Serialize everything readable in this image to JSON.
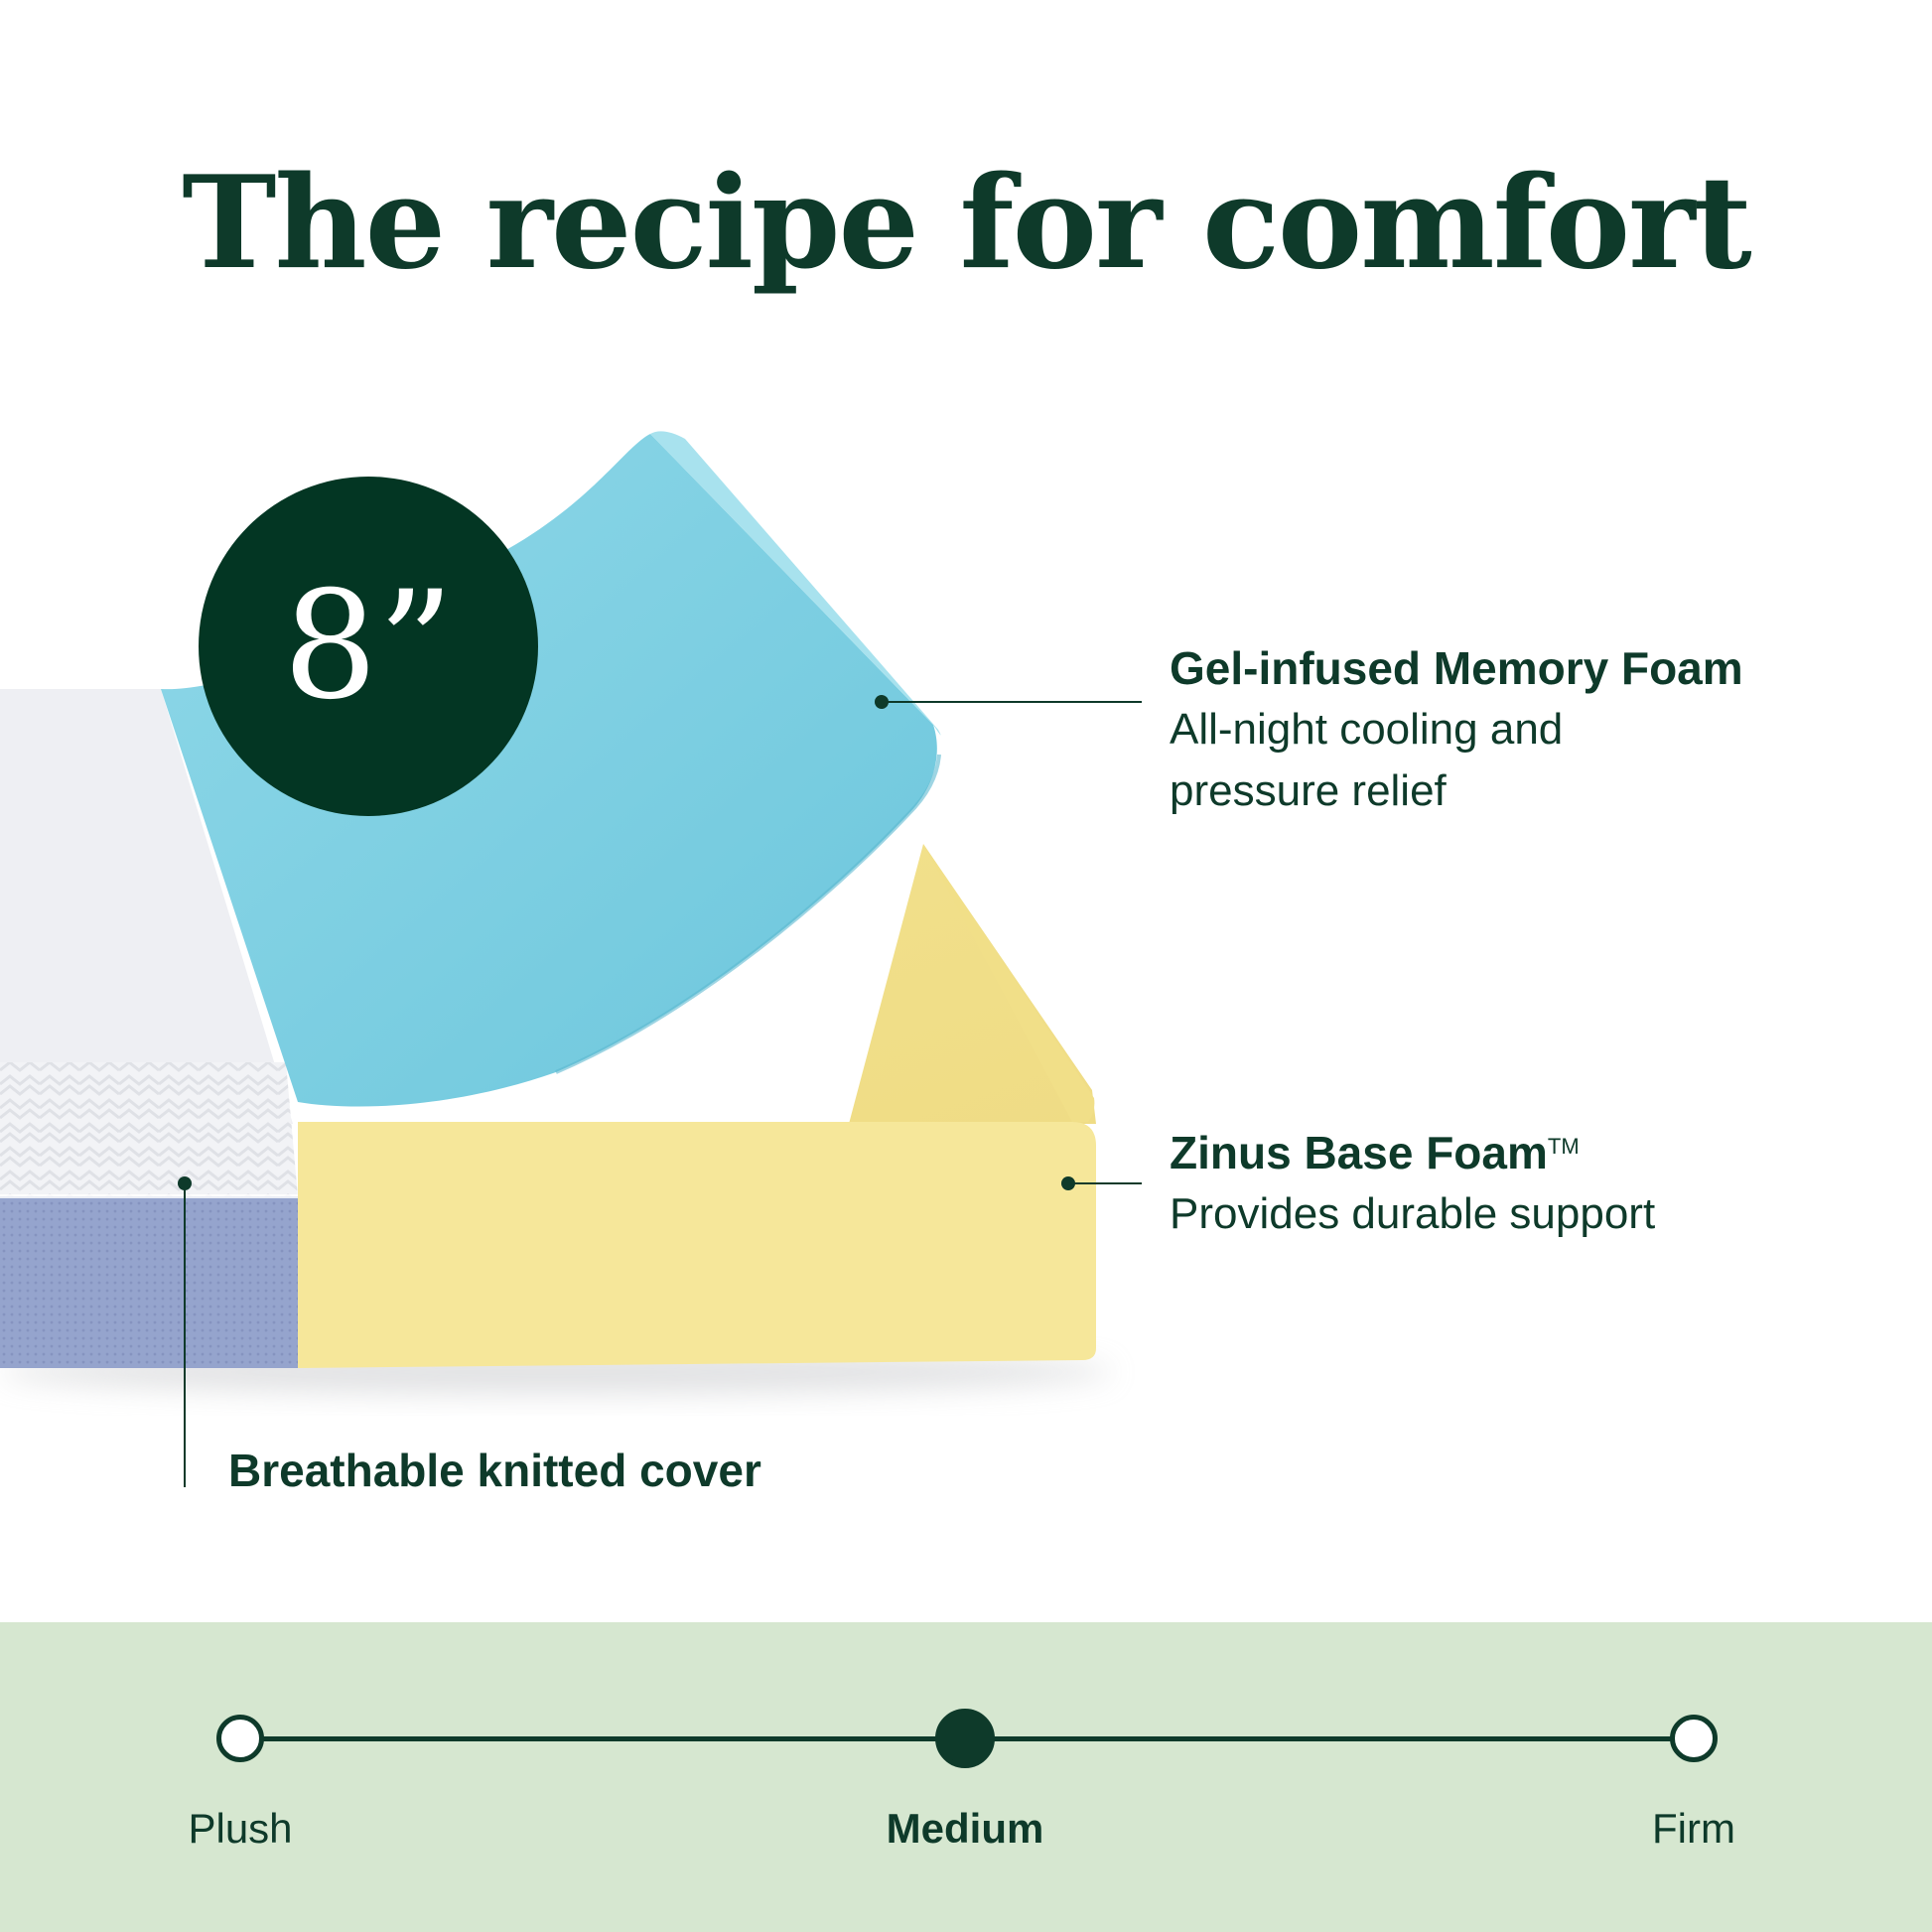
{
  "title": "The recipe for comfort",
  "badge": {
    "text": "8”"
  },
  "layers": {
    "memory_foam": {
      "title": "Gel-infused Memory Foam",
      "desc_line1": "All-night cooling and",
      "desc_line2": "pressure relief"
    },
    "base_foam": {
      "title": "Zinus Base Foam",
      "trademark": "TM",
      "desc": "Provides durable support"
    },
    "cover": {
      "title": "Breathable knitted cover"
    }
  },
  "firmness": {
    "options": [
      "Plush",
      "Medium",
      "Firm"
    ],
    "selected": "Medium"
  },
  "colors": {
    "dark_green": "#0e3a2a",
    "memory_foam": "#7fd0e0",
    "base_foam": "#f6e79a",
    "cover_top": "#eeeff3",
    "cover_side": "#8f9ec9",
    "scale_bg": "#d6e7d0"
  }
}
